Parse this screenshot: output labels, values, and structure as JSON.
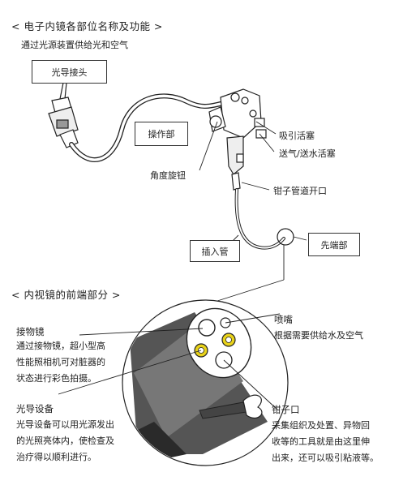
{
  "section1": {
    "title": "< 电子内镜各部位名称及功能 >",
    "note": "通过光源装置供给光和空气",
    "labels": {
      "light_connector": "光导接头",
      "operation": "操作部",
      "angle_knob": "角度旋钮",
      "suction_valve": "吸引活塞",
      "air_water_valve": "送气/送水活塞",
      "forceps_port": "钳子管道开口",
      "insertion_tube": "插入管",
      "tip": "先端部"
    }
  },
  "section2": {
    "title": "< 内视镜的前端部分 >",
    "objective": {
      "title": "接物镜",
      "lines": [
        "通过接物镜，超小型高",
        "性能照相机可对脏器的",
        "状态进行彩色拍摄。"
      ]
    },
    "nozzle": {
      "title": "喷嘴",
      "lines": [
        "根据需要供给水及空气"
      ]
    },
    "light_guide": {
      "title": "光导设备",
      "lines": [
        "光导设备可以用光源发出",
        "的光照亮体内，使检查及",
        "治疗得以顺利进行。"
      ]
    },
    "forceps": {
      "title": "钳子口",
      "lines": [
        "采集组织及处置、异物回",
        "收等的工具就是由这里伸",
        "出来，还可以吸引粘液等。"
      ]
    }
  }
}
